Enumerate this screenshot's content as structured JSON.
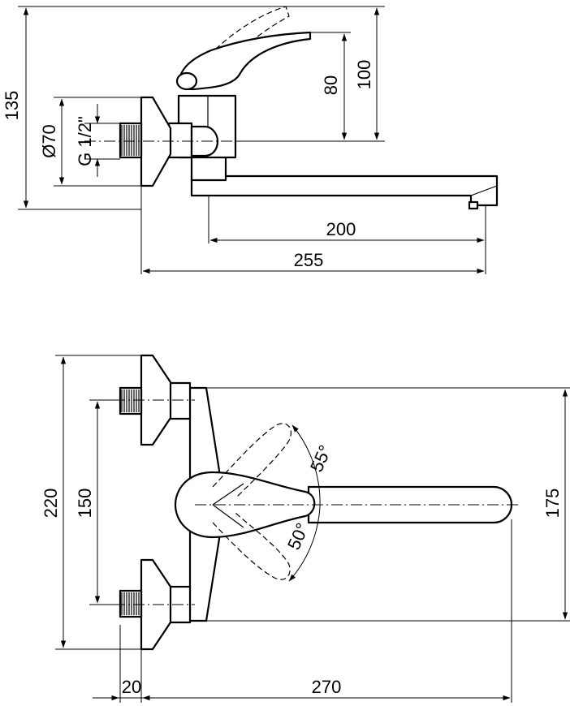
{
  "side_view": {
    "dimensions": {
      "total_height": "135",
      "height_100": "100",
      "height_80": "80",
      "flange_diameter": "Ø70",
      "thread": "G 1/2\"",
      "spout_reach": "200",
      "total_reach": "255"
    }
  },
  "top_view": {
    "dimensions": {
      "total_width": "220",
      "inlet_spacing": "150",
      "spout_axis_spacing": "175",
      "angle_upper": "55°",
      "angle_lower": "50°",
      "inlet_length": "20",
      "spout_length": "270"
    }
  }
}
